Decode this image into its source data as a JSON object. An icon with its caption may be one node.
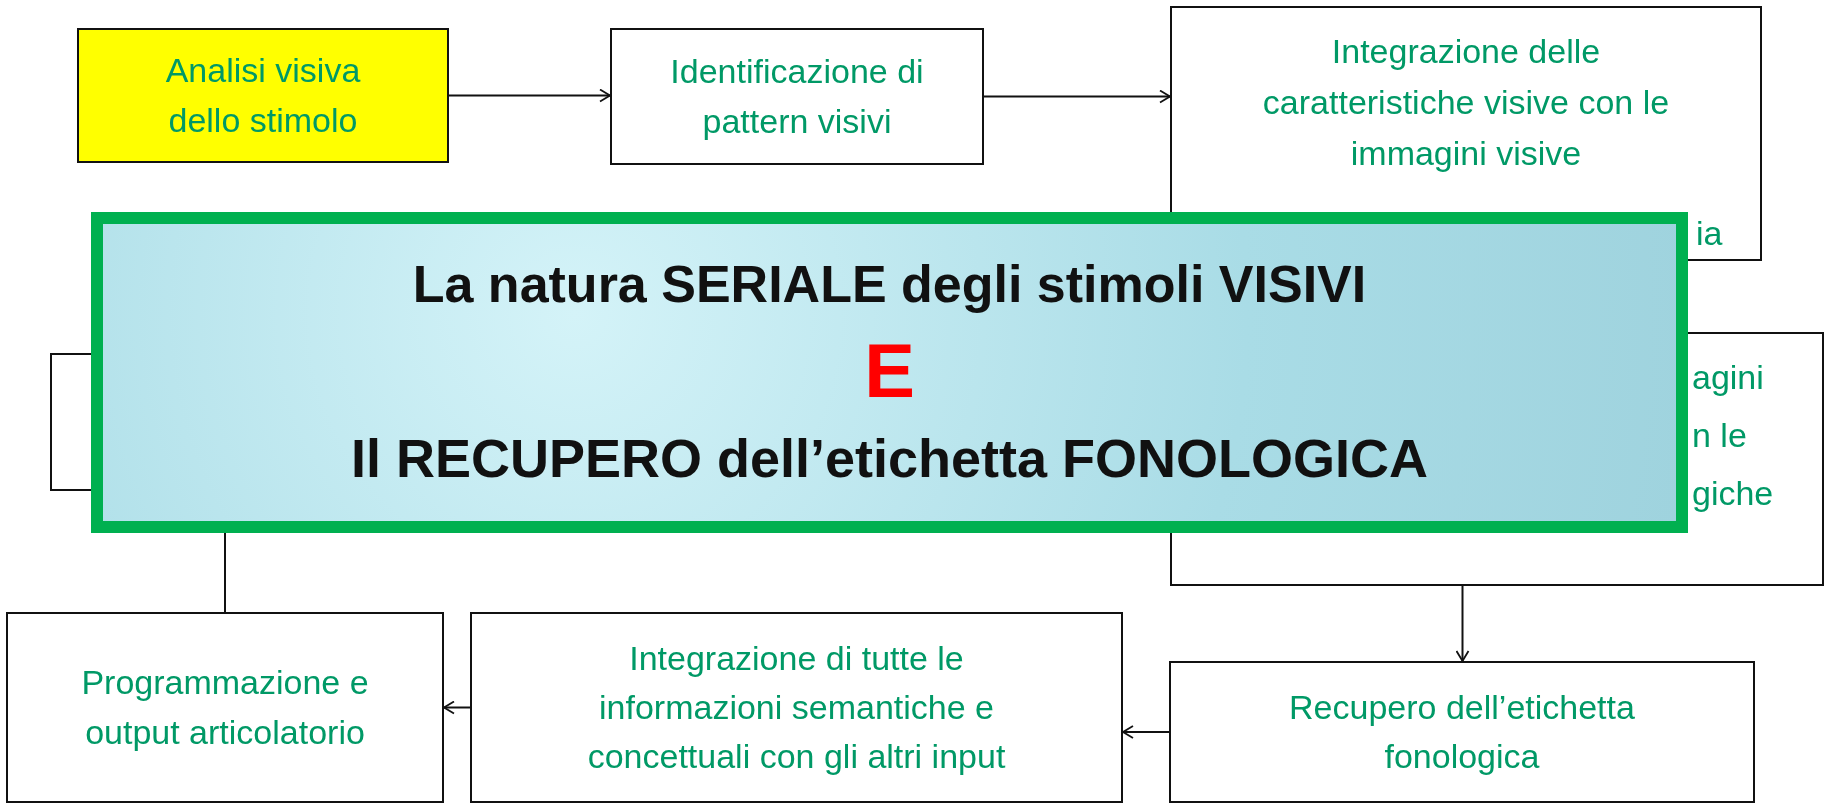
{
  "diagram": {
    "nodes": [
      {
        "text": [
          "Analisi visiva dello stimolo"
        ]
      },
      {
        "text": [
          "Identificazione di pattern visivi"
        ]
      },
      {
        "text": [
          "Integrazione delle caratteristiche visive con le immagini visive"
        ]
      },
      {
        "text": [
          "La natura SERIALE degli stimoli VISIVI",
          "E",
          "Il RECUPERO dell’etichetta FONOLOGICA"
        ]
      },
      {
        "text": [],
        "shape": "box"
      },
      {
        "text": [],
        "shape": "box"
      },
      {
        "text": [
          "Programmazione e output articolatorio"
        ]
      },
      {
        "text": [
          "Integrazione di tutte le informazioni semantiche e concettuali con gli altri input"
        ]
      },
      {
        "text": [
          "Recupero dell’etichetta fonologica"
        ]
      }
    ],
    "edges": [
      {
        "from": 0,
        "to": 1,
        "arrow": "to"
      },
      {
        "from": 1,
        "to": 2,
        "arrow": "to"
      },
      {
        "from": 5,
        "to": 8,
        "arrow": "to"
      },
      {
        "from": 8,
        "to": 7,
        "arrow": "to"
      },
      {
        "from": 7,
        "to": 6,
        "arrow": "to"
      },
      {
        "from": 3,
        "to": 6,
        "arrow": "none"
      }
    ],
    "labels": [
      "ia",
      "agini",
      "n le",
      "giche"
    ]
  }
}
